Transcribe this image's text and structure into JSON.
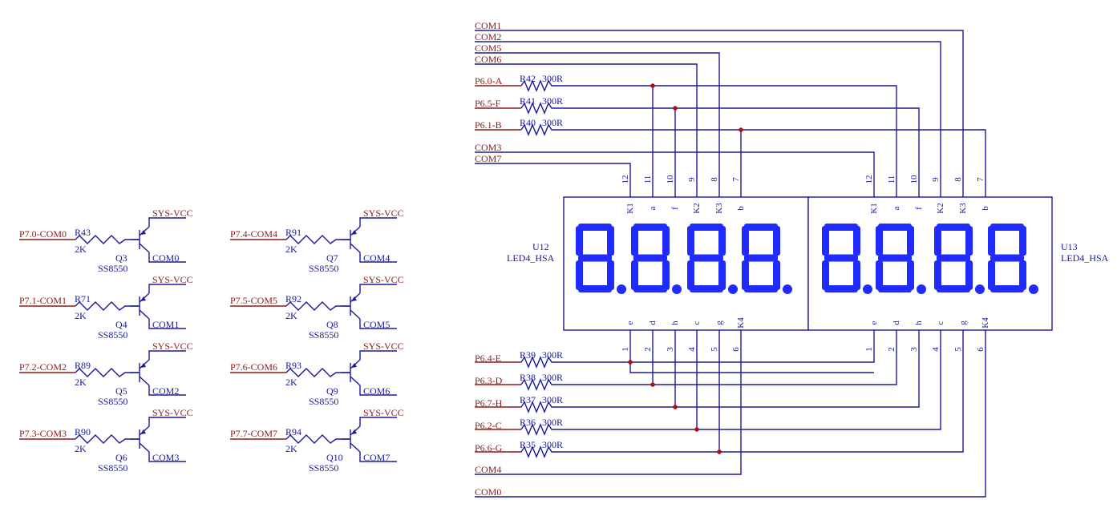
{
  "top_left_note": "",
  "drivers": [
    {
      "net": "P7.0-COM0",
      "res": "R43",
      "val": "2K",
      "q": "Q3",
      "part": "SS8550",
      "vcc": "SYS-VCC",
      "out": "COM0"
    },
    {
      "net": "P7.1-COM1",
      "res": "R71",
      "val": "2K",
      "q": "Q4",
      "part": "SS8550",
      "vcc": "SYS-VCC",
      "out": "COM1"
    },
    {
      "net": "P7.2-COM2",
      "res": "R89",
      "val": "2K",
      "q": "Q5",
      "part": "SS8550",
      "vcc": "SYS-VCC",
      "out": "COM2"
    },
    {
      "net": "P7.3-COM3",
      "res": "R90",
      "val": "2K",
      "q": "Q6",
      "part": "SS8550",
      "vcc": "SYS-VCC",
      "out": "COM3"
    },
    {
      "net": "P7.4-COM4",
      "res": "R91",
      "val": "2K",
      "q": "Q7",
      "part": "SS8550",
      "vcc": "SYS-VCC",
      "out": "COM4"
    },
    {
      "net": "P7.5-COM5",
      "res": "R92",
      "val": "2K",
      "q": "Q8",
      "part": "SS8550",
      "vcc": "SYS-VCC",
      "out": "COM5"
    },
    {
      "net": "P7.6-COM6",
      "res": "R93",
      "val": "2K",
      "q": "Q9",
      "part": "SS8550",
      "vcc": "SYS-VCC",
      "out": "COM6"
    },
    {
      "net": "P7.7-COM7",
      "res": "R94",
      "val": "2K",
      "q": "Q10",
      "part": "SS8550",
      "vcc": "SYS-VCC",
      "out": "COM7"
    }
  ],
  "top_com_labels": [
    "COM1",
    "COM2",
    "COM5",
    "COM6"
  ],
  "top_resistors": [
    {
      "net": "P6.0-A",
      "res": "R42",
      "val": "300R"
    },
    {
      "net": "P6.5-F",
      "res": "R41",
      "val": "300R"
    },
    {
      "net": "P6.1-B",
      "res": "R40",
      "val": "300R"
    }
  ],
  "mid_com_labels": [
    "COM3",
    "COM7"
  ],
  "bottom_resistors": [
    {
      "net": "P6.4-E",
      "res": "R39",
      "val": "300R"
    },
    {
      "net": "P6.3-D",
      "res": "R38",
      "val": "300R"
    },
    {
      "net": "P6.7-H",
      "res": "R37",
      "val": "300R"
    },
    {
      "net": "P6.2-C",
      "res": "R36",
      "val": "300R"
    },
    {
      "net": "P6.6-G",
      "res": "R35",
      "val": "300R"
    }
  ],
  "bottom_com_labels": [
    "COM4",
    "COM0"
  ],
  "displays": [
    {
      "ref": "U12",
      "part": "LED4_HSA"
    },
    {
      "ref": "U13",
      "part": "LED4_HSA"
    }
  ],
  "top_pin_numbers": [
    "12",
    "11",
    "10",
    "9",
    "8",
    "7"
  ],
  "top_pin_names": [
    "K1",
    "a",
    "f",
    "K2",
    "K3",
    "b"
  ],
  "bottom_pin_names": [
    "e",
    "d",
    "h",
    "c",
    "g",
    "K4"
  ],
  "bottom_pin_numbers": [
    "1",
    "2",
    "3",
    "4",
    "5",
    "6"
  ],
  "colors": {
    "wire": "#1a1a9a",
    "net_label": "#8b1a1a",
    "segment": "#1f2bff",
    "junction": "#b01010"
  }
}
